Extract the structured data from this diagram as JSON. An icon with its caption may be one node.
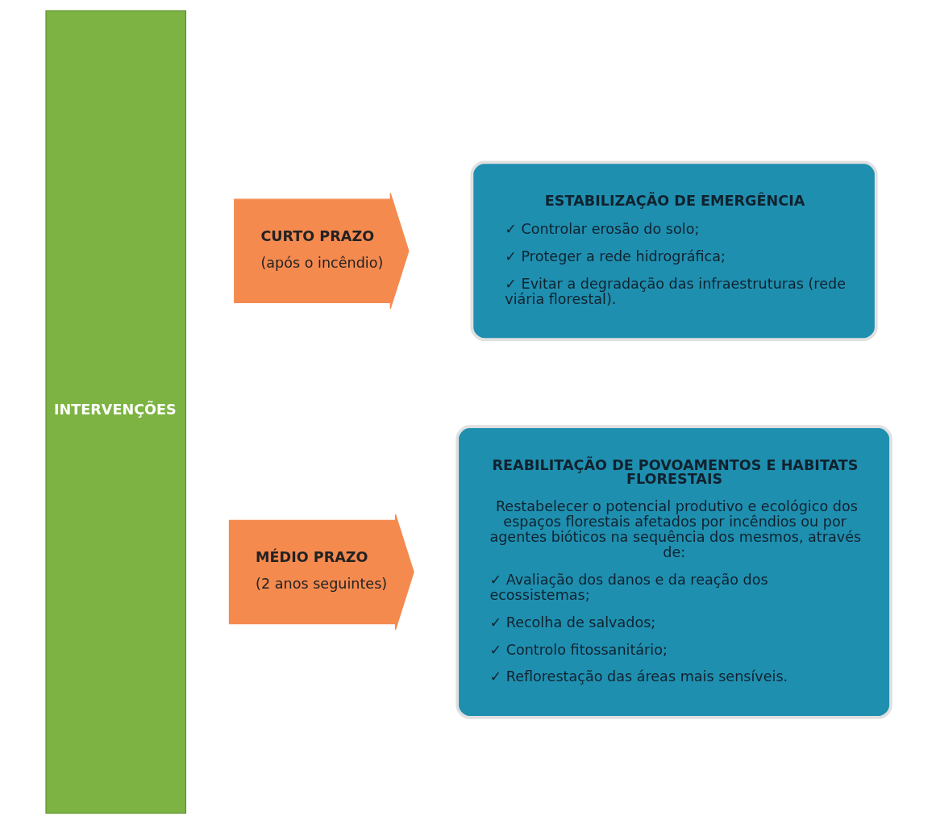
{
  "diagram": {
    "nodes": [
      {
        "text": [
          "INTERVENÇÕES"
        ]
      },
      {
        "text": [
          "CURTO PRAZO",
          "(após o incêndio)"
        ]
      },
      {
        "text": [
          "ESTABILIZAÇÃO DE EMERGÊNCIA",
          "✓ Controlar erosão do solo;",
          "✓ Proteger a rede hidrográfica;",
          "✓ Evitar a degradação das infraestruturas (rede viária florestal)."
        ]
      },
      {
        "text": [
          "MÉDIO PRAZO",
          "(2 anos seguintes)"
        ]
      },
      {
        "text": [
          "REABILITAÇÃO DE POVOAMENTOS E HABITATS FLORESTAIS",
          "Restabelecer o potencial produtivo e ecológico dos espaços florestais afetados por incêndios ou por agentes bióticos na sequência dos mesmos, através de:",
          "✓ Avaliação dos danos e da reação dos ecossistemas;",
          "✓ Recolha de salvados;",
          "✓ Controlo fitossanitário;",
          "✓ Reflorestação das áreas mais sensíveis."
        ]
      }
    ]
  }
}
